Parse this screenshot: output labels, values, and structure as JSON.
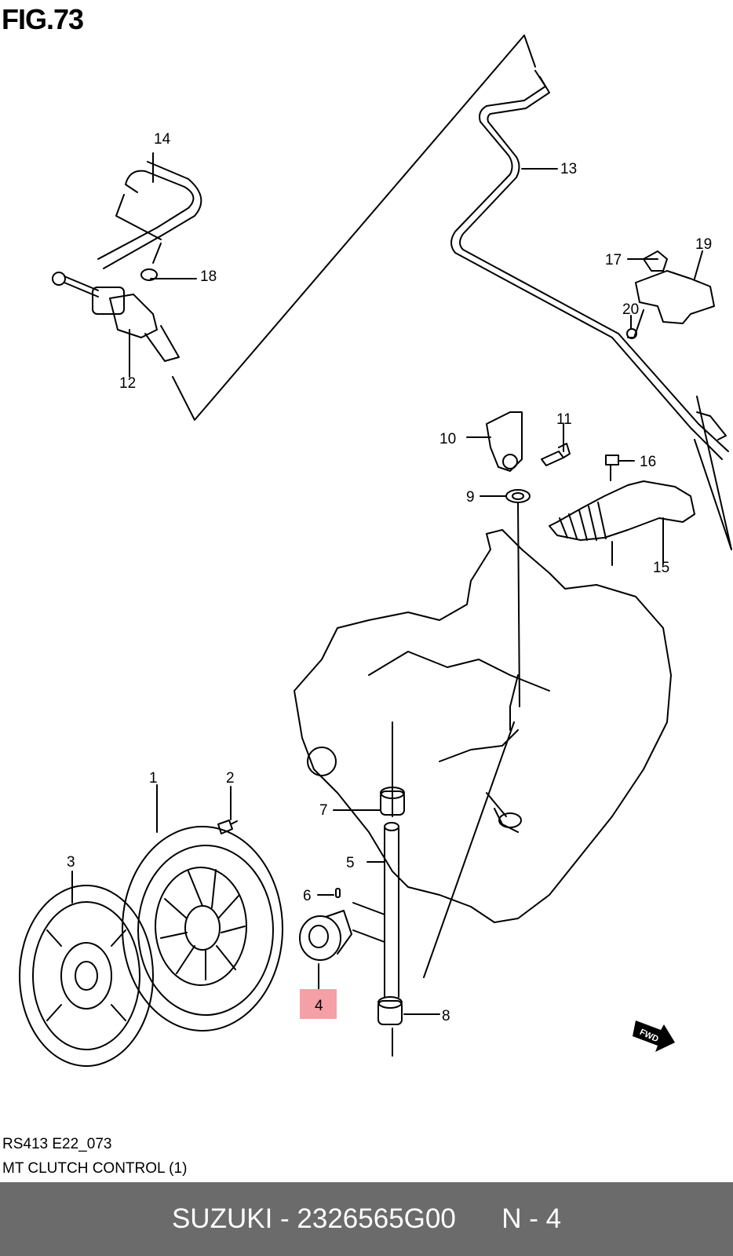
{
  "figure": {
    "title": "FIG.73"
  },
  "diagram": {
    "callouts": [
      "1",
      "2",
      "3",
      "4",
      "5",
      "6",
      "7",
      "8",
      "9",
      "10",
      "11",
      "12",
      "13",
      "14",
      "15",
      "16",
      "17",
      "18",
      "19",
      "20"
    ],
    "highlighted_callout": "4",
    "highlight_color": "#f4a0a6",
    "fwd_label": "FWD"
  },
  "caption": {
    "code": "RS413 E22_073",
    "name": "MT CLUTCH CONTROL (1)"
  },
  "footer": {
    "brand_part": "SUZUKI - 2326565G00",
    "ref": "N - 4",
    "background": "#6b6b6b"
  }
}
